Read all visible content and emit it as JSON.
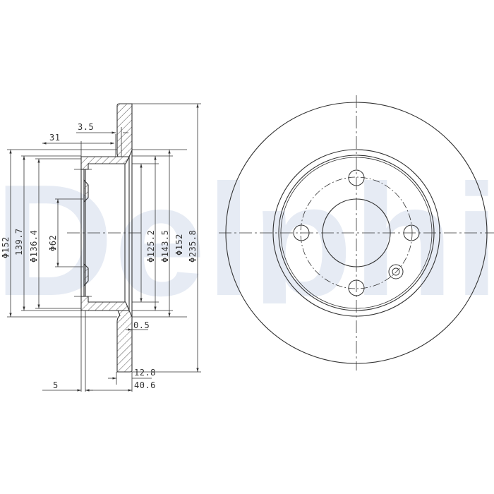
{
  "drawing": {
    "title": "Brake disc technical drawing",
    "watermark": {
      "text": "Delphi",
      "color": "#e4e9f3"
    },
    "line_color": "#333333",
    "background": "#ffffff"
  },
  "cross_section": {
    "horizontal_dims": {
      "offset_3_5": "3.5",
      "offset_31": "31",
      "offset_0_5": "0.5",
      "thickness_12_8": "12.8",
      "total_height_40_6": "40.6",
      "offset_5": "5"
    },
    "left_diameters": {
      "d152": "Φ152",
      "d139_7": "139.7",
      "d136_4": "Φ136.4",
      "d62": "Φ62"
    },
    "right_diameters": {
      "d125_2": "Φ125.2",
      "d143_5": "Φ143.5",
      "d152": "Φ152",
      "d235_8": "Φ235.8"
    }
  },
  "front_view": {
    "bolt_holes": 4,
    "has_locating_hole": true
  }
}
